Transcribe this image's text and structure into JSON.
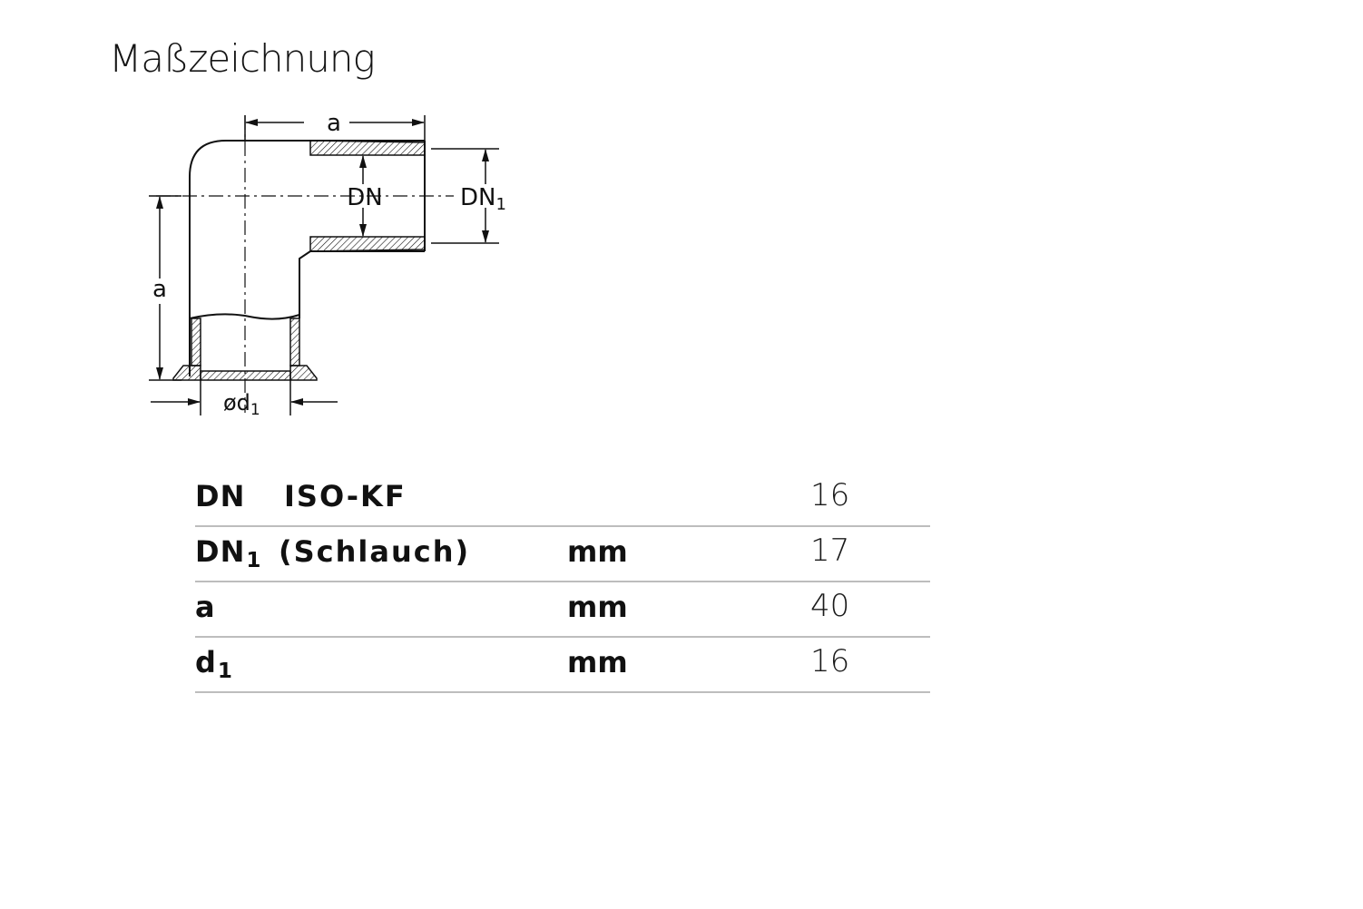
{
  "title": "Maßzeichnung",
  "drawing": {
    "labels": {
      "a_top": "a",
      "a_side": "a",
      "dn_inner": "DN",
      "dn1_base": "DN",
      "dn1_sub": "1",
      "d1_base": "ød",
      "d1_sub": "1"
    }
  },
  "table": {
    "rows": [
      {
        "param": "DN",
        "param_sub": "",
        "desc": "ISO-KF",
        "unit": "",
        "value": "16"
      },
      {
        "param": "DN",
        "param_sub": "1",
        "desc": "(Schlauch)",
        "unit": "mm",
        "value": "17"
      },
      {
        "param": "a",
        "param_sub": "",
        "desc": "",
        "unit": "mm",
        "value": "40"
      },
      {
        "param": "d",
        "param_sub": "1",
        "desc": "",
        "unit": "mm",
        "value": "16"
      }
    ]
  },
  "colors": {
    "line": "#111111",
    "divider": "#bdbdbd",
    "text": "#111111"
  }
}
